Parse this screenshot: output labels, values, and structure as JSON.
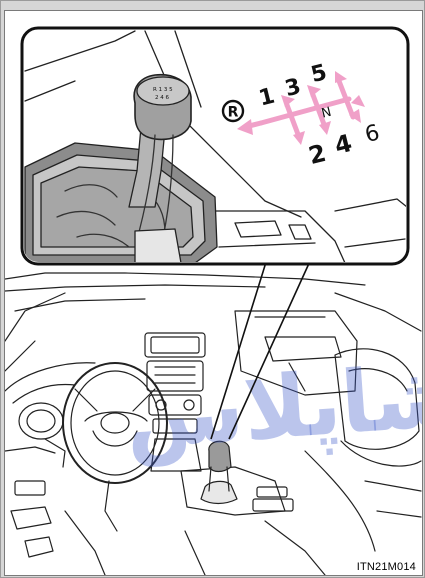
{
  "shift_pattern": {
    "reverse_symbol": "R",
    "gears_top": [
      "1",
      "3",
      "5"
    ],
    "neutral": "N",
    "gears_bottom": [
      "2",
      "4",
      "6"
    ]
  },
  "knob_engraving": {
    "top": "R 1 3 5",
    "bottom": "2 4 6"
  },
  "watermark": "کوشاپلاس",
  "figure_code": "ITN21M014"
}
